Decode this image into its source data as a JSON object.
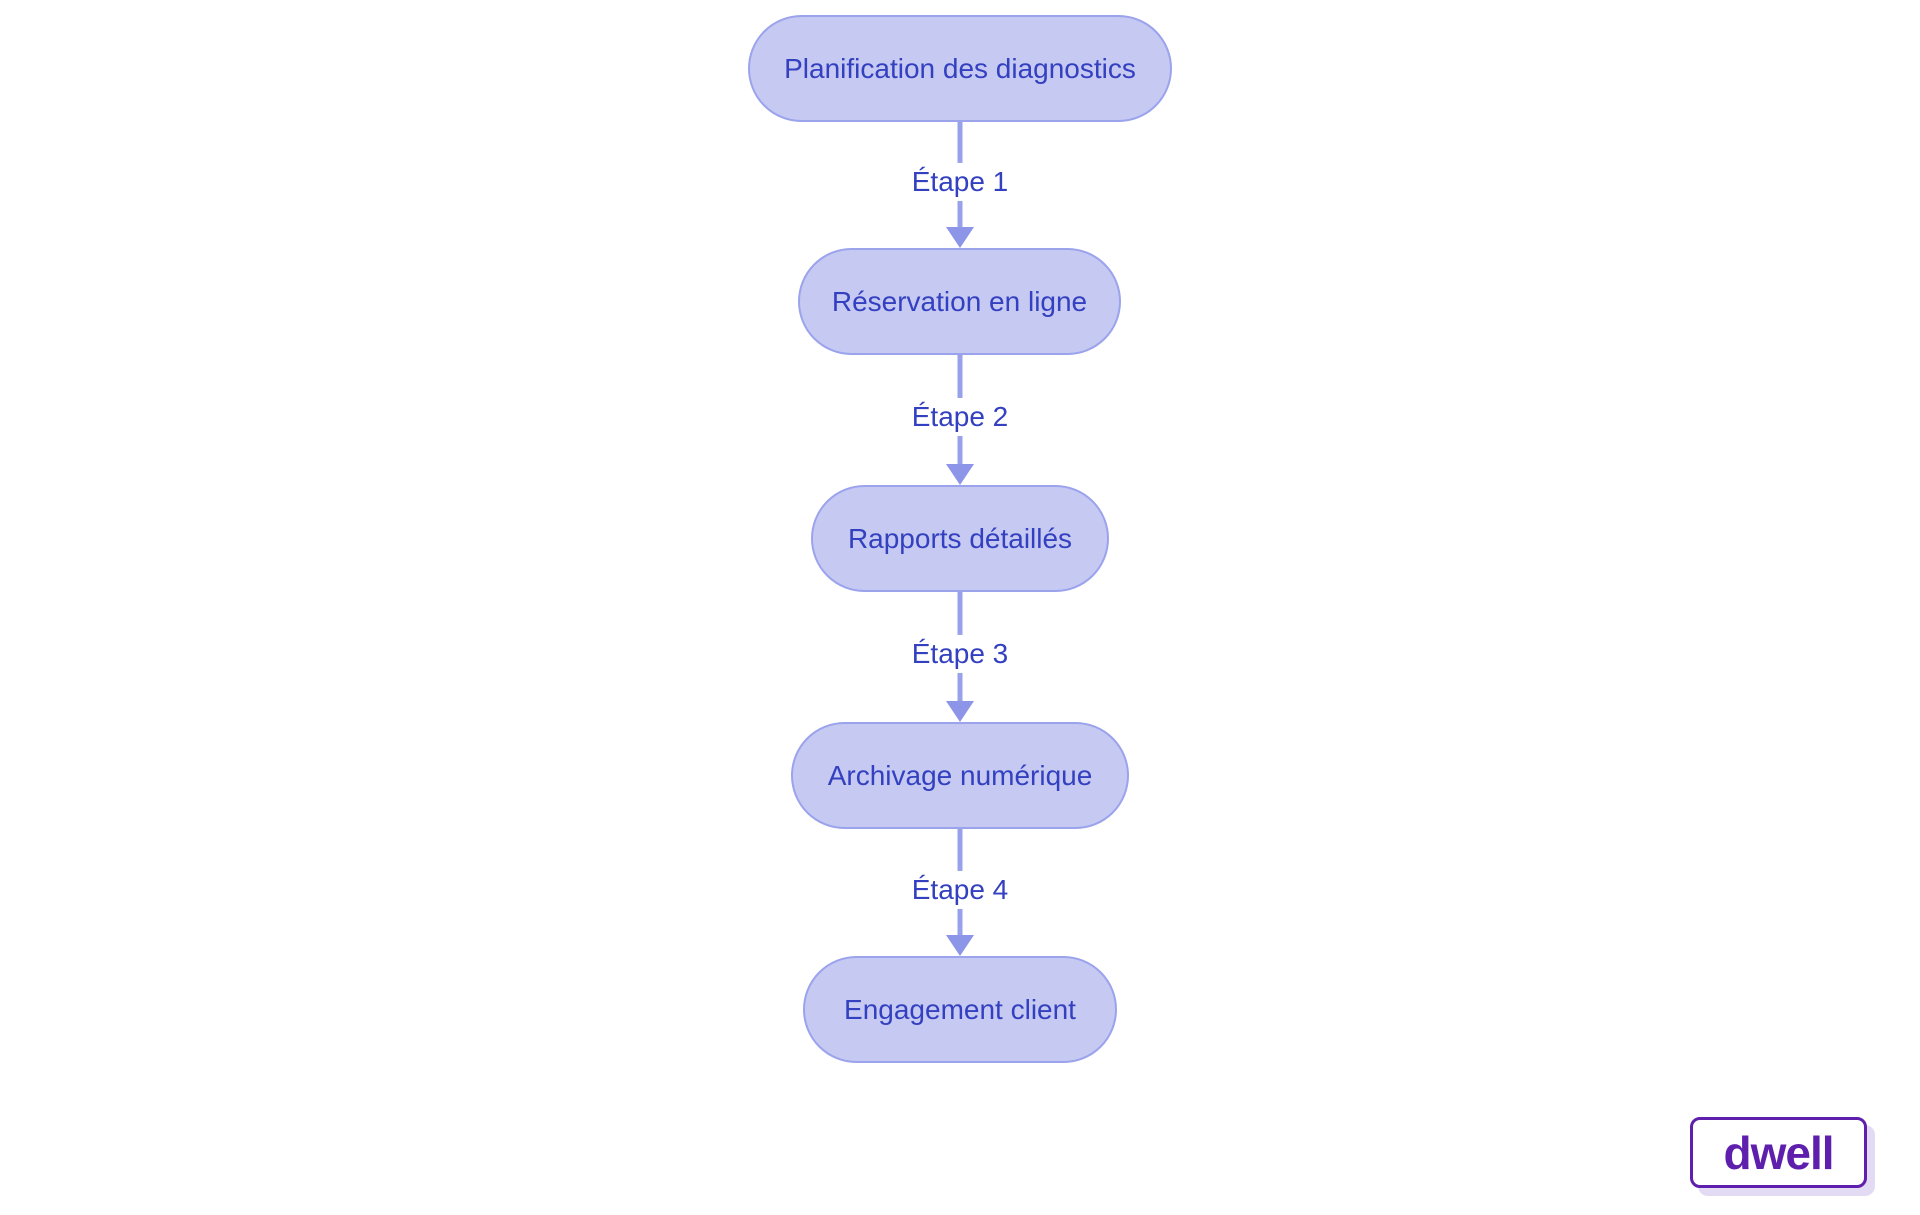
{
  "canvas": {
    "background": "#ffffff"
  },
  "flowchart": {
    "type": "vertical-flow",
    "nodes": [
      {
        "id": 1,
        "label": "Planification des diagnostics"
      },
      {
        "id": 2,
        "label": "Réservation en ligne"
      },
      {
        "id": 3,
        "label": "Rapports détaillés"
      },
      {
        "id": 4,
        "label": "Archivage numérique"
      },
      {
        "id": 5,
        "label": "Engagement client"
      }
    ],
    "edges": [
      {
        "from": 1,
        "to": 2,
        "label": "Étape 1"
      },
      {
        "from": 2,
        "to": 3,
        "label": "Étape 2"
      },
      {
        "from": 3,
        "to": 4,
        "label": "Étape 3"
      },
      {
        "from": 4,
        "to": 5,
        "label": "Étape 4"
      }
    ],
    "colors": {
      "node_fill": "#c6c9f2",
      "node_border": "#9ba3ec",
      "node_text": "#3340bf",
      "edge_line": "#99a1eb",
      "edge_arrow": "#8d95e8",
      "edge_label_text": "#3340bf"
    }
  },
  "logo": {
    "text": "dwell",
    "color": "#5e1fad",
    "shadow_color": "#e3daf3"
  }
}
